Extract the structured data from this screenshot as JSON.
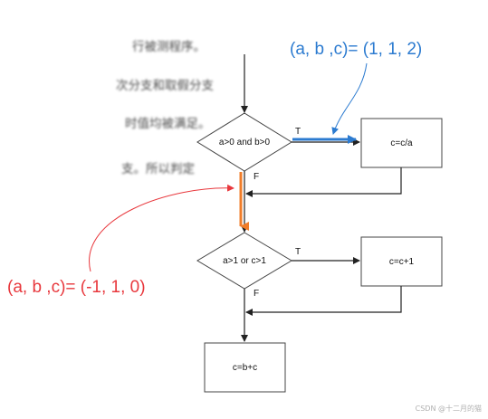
{
  "background_text": [
    "行被测程序。",
    "次分支和取假分支",
    "时值均被满足。",
    "支。所以判定"
  ],
  "nodes": {
    "decision1": "a>0 and b>0",
    "process1": "c=c/a",
    "decision2": "a>1 or c>1",
    "process2": "c=c+1",
    "process3": "c=b+c"
  },
  "edge_labels": {
    "d1_true": "T",
    "d1_false": "F",
    "d2_true": "T",
    "d2_false": "F"
  },
  "annotations": {
    "blue": "(a, b ,c)= (1, 1, 2)",
    "red": "(a, b ,c)= (-1, 1, 0)"
  },
  "colors": {
    "blue": "#2c7bd0",
    "red": "#e8383d",
    "orange": "#f07d2a",
    "line": "#222222"
  },
  "watermark": "CSDN @十二月的猫"
}
